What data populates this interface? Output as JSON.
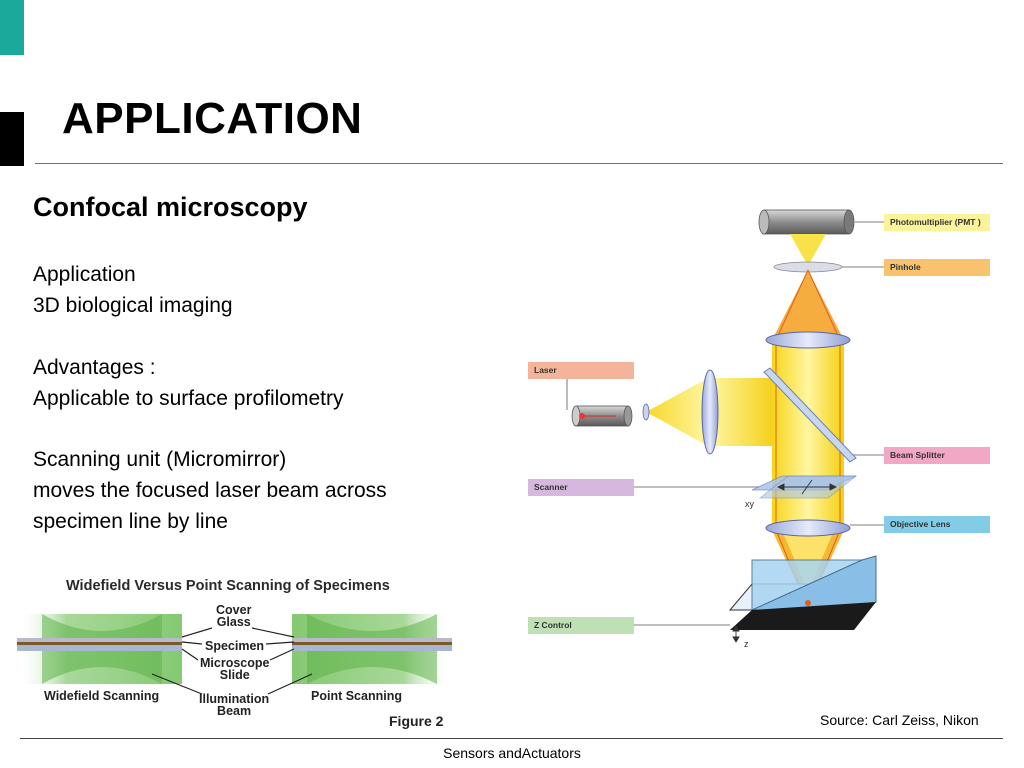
{
  "slide": {
    "title": "APPLICATION",
    "heading": "Confocal microscopy",
    "blocks": [
      [
        "Application",
        "3D biological imaging"
      ],
      [
        "Advantages :",
        "Applicable to surface profilometry"
      ],
      [
        "Scanning unit  (Micromirror)",
        "moves the focused laser beam across",
        "specimen line by line"
      ]
    ],
    "source": "Source: Carl Zeiss, Nikon",
    "footer": "Sensors andActuators"
  },
  "left_figure": {
    "title": "Widefield Versus Point Scanning of Specimens",
    "labels": {
      "cover_glass": "Cover\nGlass",
      "specimen": "Specimen",
      "microscope_slide": "Microscope\nSlide",
      "illumination_beam": "Illumination\nBeam",
      "widefield": "Widefield Scanning",
      "point": "Point Scanning"
    },
    "caption": "Figure 2"
  },
  "diagram": {
    "tags": {
      "pmt": "Photomultiplier (PMT )",
      "pinhole": "Pinhole",
      "laser": "Laser",
      "beam_splitter": "Beam Splitter",
      "scanner": "Scanner",
      "objective": "Objective Lens",
      "z_control": "Z Control"
    },
    "xy": "xy",
    "z": "z",
    "colors": {
      "pmt": "#fbf39a",
      "pinhole": "#f8c26e",
      "laser": "#f4b49c",
      "beam_splitter": "#f2a7c4",
      "scanner": "#d6b7dd",
      "objective": "#82cce8",
      "z_control": "#bfe0b4"
    }
  }
}
